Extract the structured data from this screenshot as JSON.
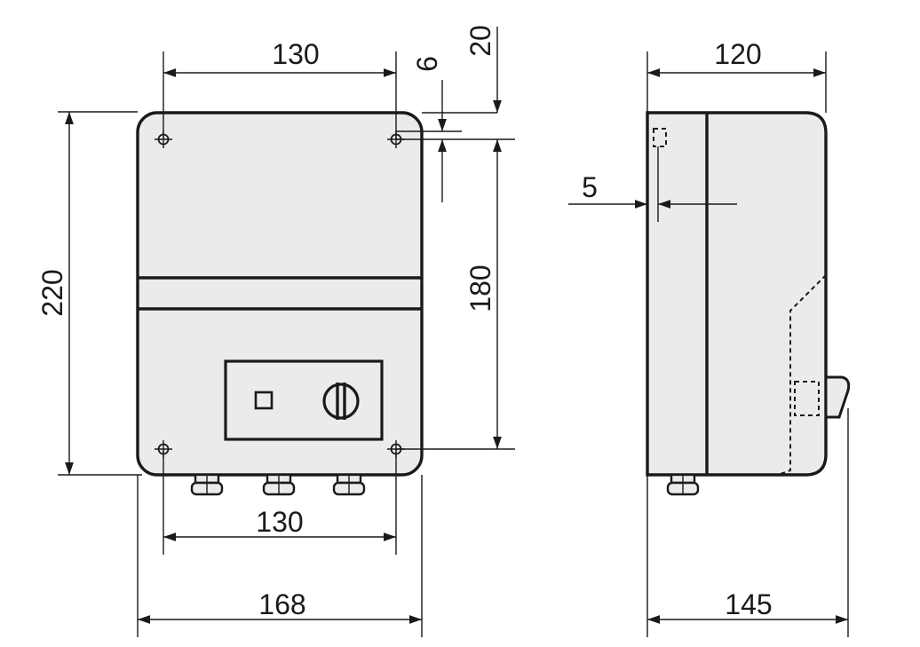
{
  "diagram": {
    "front_view": {
      "dimensions": {
        "top_width": "130",
        "offset_small": "6",
        "offset_top": "20",
        "height_total": "220",
        "height_holes": "180",
        "bottom_hole_spacing": "130",
        "overall_width": "168"
      }
    },
    "side_view": {
      "dimensions": {
        "depth": "120",
        "wall_offset": "5",
        "overall_depth": "145"
      }
    },
    "colors": {
      "housing_fill": "#ebebeb",
      "line": "#1a1a1a",
      "background": "#ffffff"
    }
  }
}
